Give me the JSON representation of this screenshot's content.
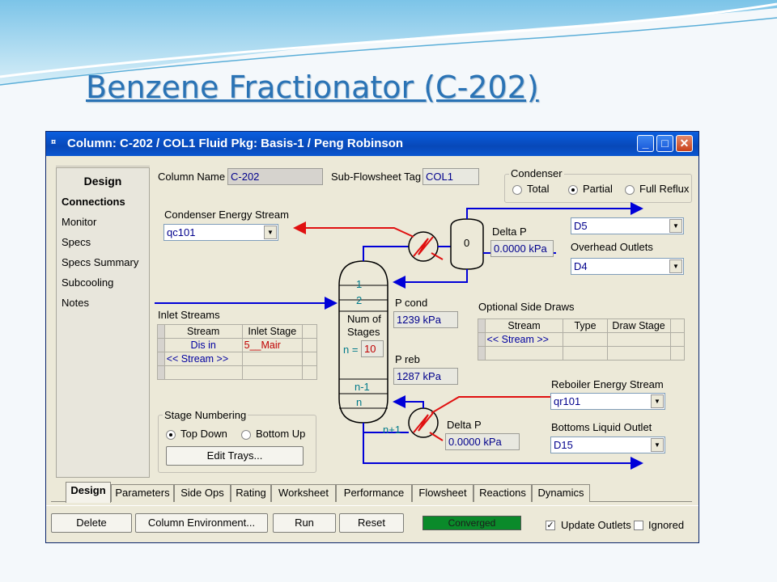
{
  "slide": {
    "title": "Benzene Fractionator (C-202)"
  },
  "window": {
    "title": "Column: C-202 / COL1  Fluid Pkg: Basis-1 / Peng Robinson",
    "controls": {
      "minimize": "_",
      "maximize": "□",
      "close": "✕"
    }
  },
  "nav": {
    "header": "Design",
    "items": [
      "Connections",
      "Monitor",
      "Specs",
      "Specs Summary",
      "Subcooling",
      "Notes"
    ]
  },
  "form": {
    "column_name_label": "Column Name",
    "column_name_value": "C-202",
    "subflowsheet_label": "Sub-Flowsheet Tag",
    "subflowsheet_value": "COL1",
    "condenser_label": "Condenser",
    "condenser_options": [
      "Total",
      "Partial",
      "Full Reflux"
    ],
    "condenser_selected": "Partial",
    "cond_energy_label": "Condenser Energy Stream",
    "cond_energy_value": "qc101",
    "delta_p_top_label": "Delta P",
    "delta_p_top_value": "0.0000 kPa",
    "overhead_vapor_value": "D5",
    "overhead_outlets_label": "Overhead Outlets",
    "overhead_liquid_value": "D4",
    "condenser_vessel_label": "0",
    "p_cond_label": "P cond",
    "p_cond_value": "1239 kPa",
    "p_reb_label": "P reb",
    "p_reb_value": "1287 kPa",
    "num_stages_label_1": "Num of",
    "num_stages_label_2": "Stages",
    "n_label": "n =",
    "n_value": "10",
    "stage_labels": {
      "s1": "1",
      "s2": "2",
      "sn1": "n-1",
      "sn": "n",
      "snp1": "n+1"
    },
    "inlet_streams_label": "Inlet Streams",
    "inlet_headers": [
      "Stream",
      "Inlet Stage"
    ],
    "inlet_rows": [
      {
        "stream": "Dis in",
        "stage": "5__Mair"
      }
    ],
    "inlet_new": "<< Stream >>",
    "side_draws_label": "Optional Side Draws",
    "side_headers": [
      "Stream",
      "Type",
      "Draw Stage"
    ],
    "side_new": "<< Stream >>",
    "reb_energy_label": "Reboiler Energy Stream",
    "reb_energy_value": "qr101",
    "bottoms_label": "Bottoms Liquid Outlet",
    "bottoms_value": "D15",
    "delta_p_bot_label": "Delta P",
    "delta_p_bot_value": "0.0000 kPa",
    "stage_numbering_label": "Stage Numbering",
    "stage_numbering_options": [
      "Top Down",
      "Bottom Up"
    ],
    "stage_numbering_selected": "Top Down",
    "edit_trays": "Edit Trays..."
  },
  "tabs": [
    "Design",
    "Parameters",
    "Side Ops",
    "Rating",
    "Worksheet",
    "Performance",
    "Flowsheet",
    "Reactions",
    "Dynamics"
  ],
  "active_tab": "Design",
  "footer": {
    "delete": "Delete",
    "column_env": "Column Environment...",
    "run": "Run",
    "reset": "Reset",
    "status": "Converged",
    "update_outlets": "Update Outlets",
    "ignored": "Ignored"
  },
  "colors": {
    "stream_blue": "#0000d8",
    "stream_red": "#e01010",
    "status_green": "#0a8a2a",
    "titlebar": "#0a5fe0",
    "slide_title": "#2a73b5"
  }
}
